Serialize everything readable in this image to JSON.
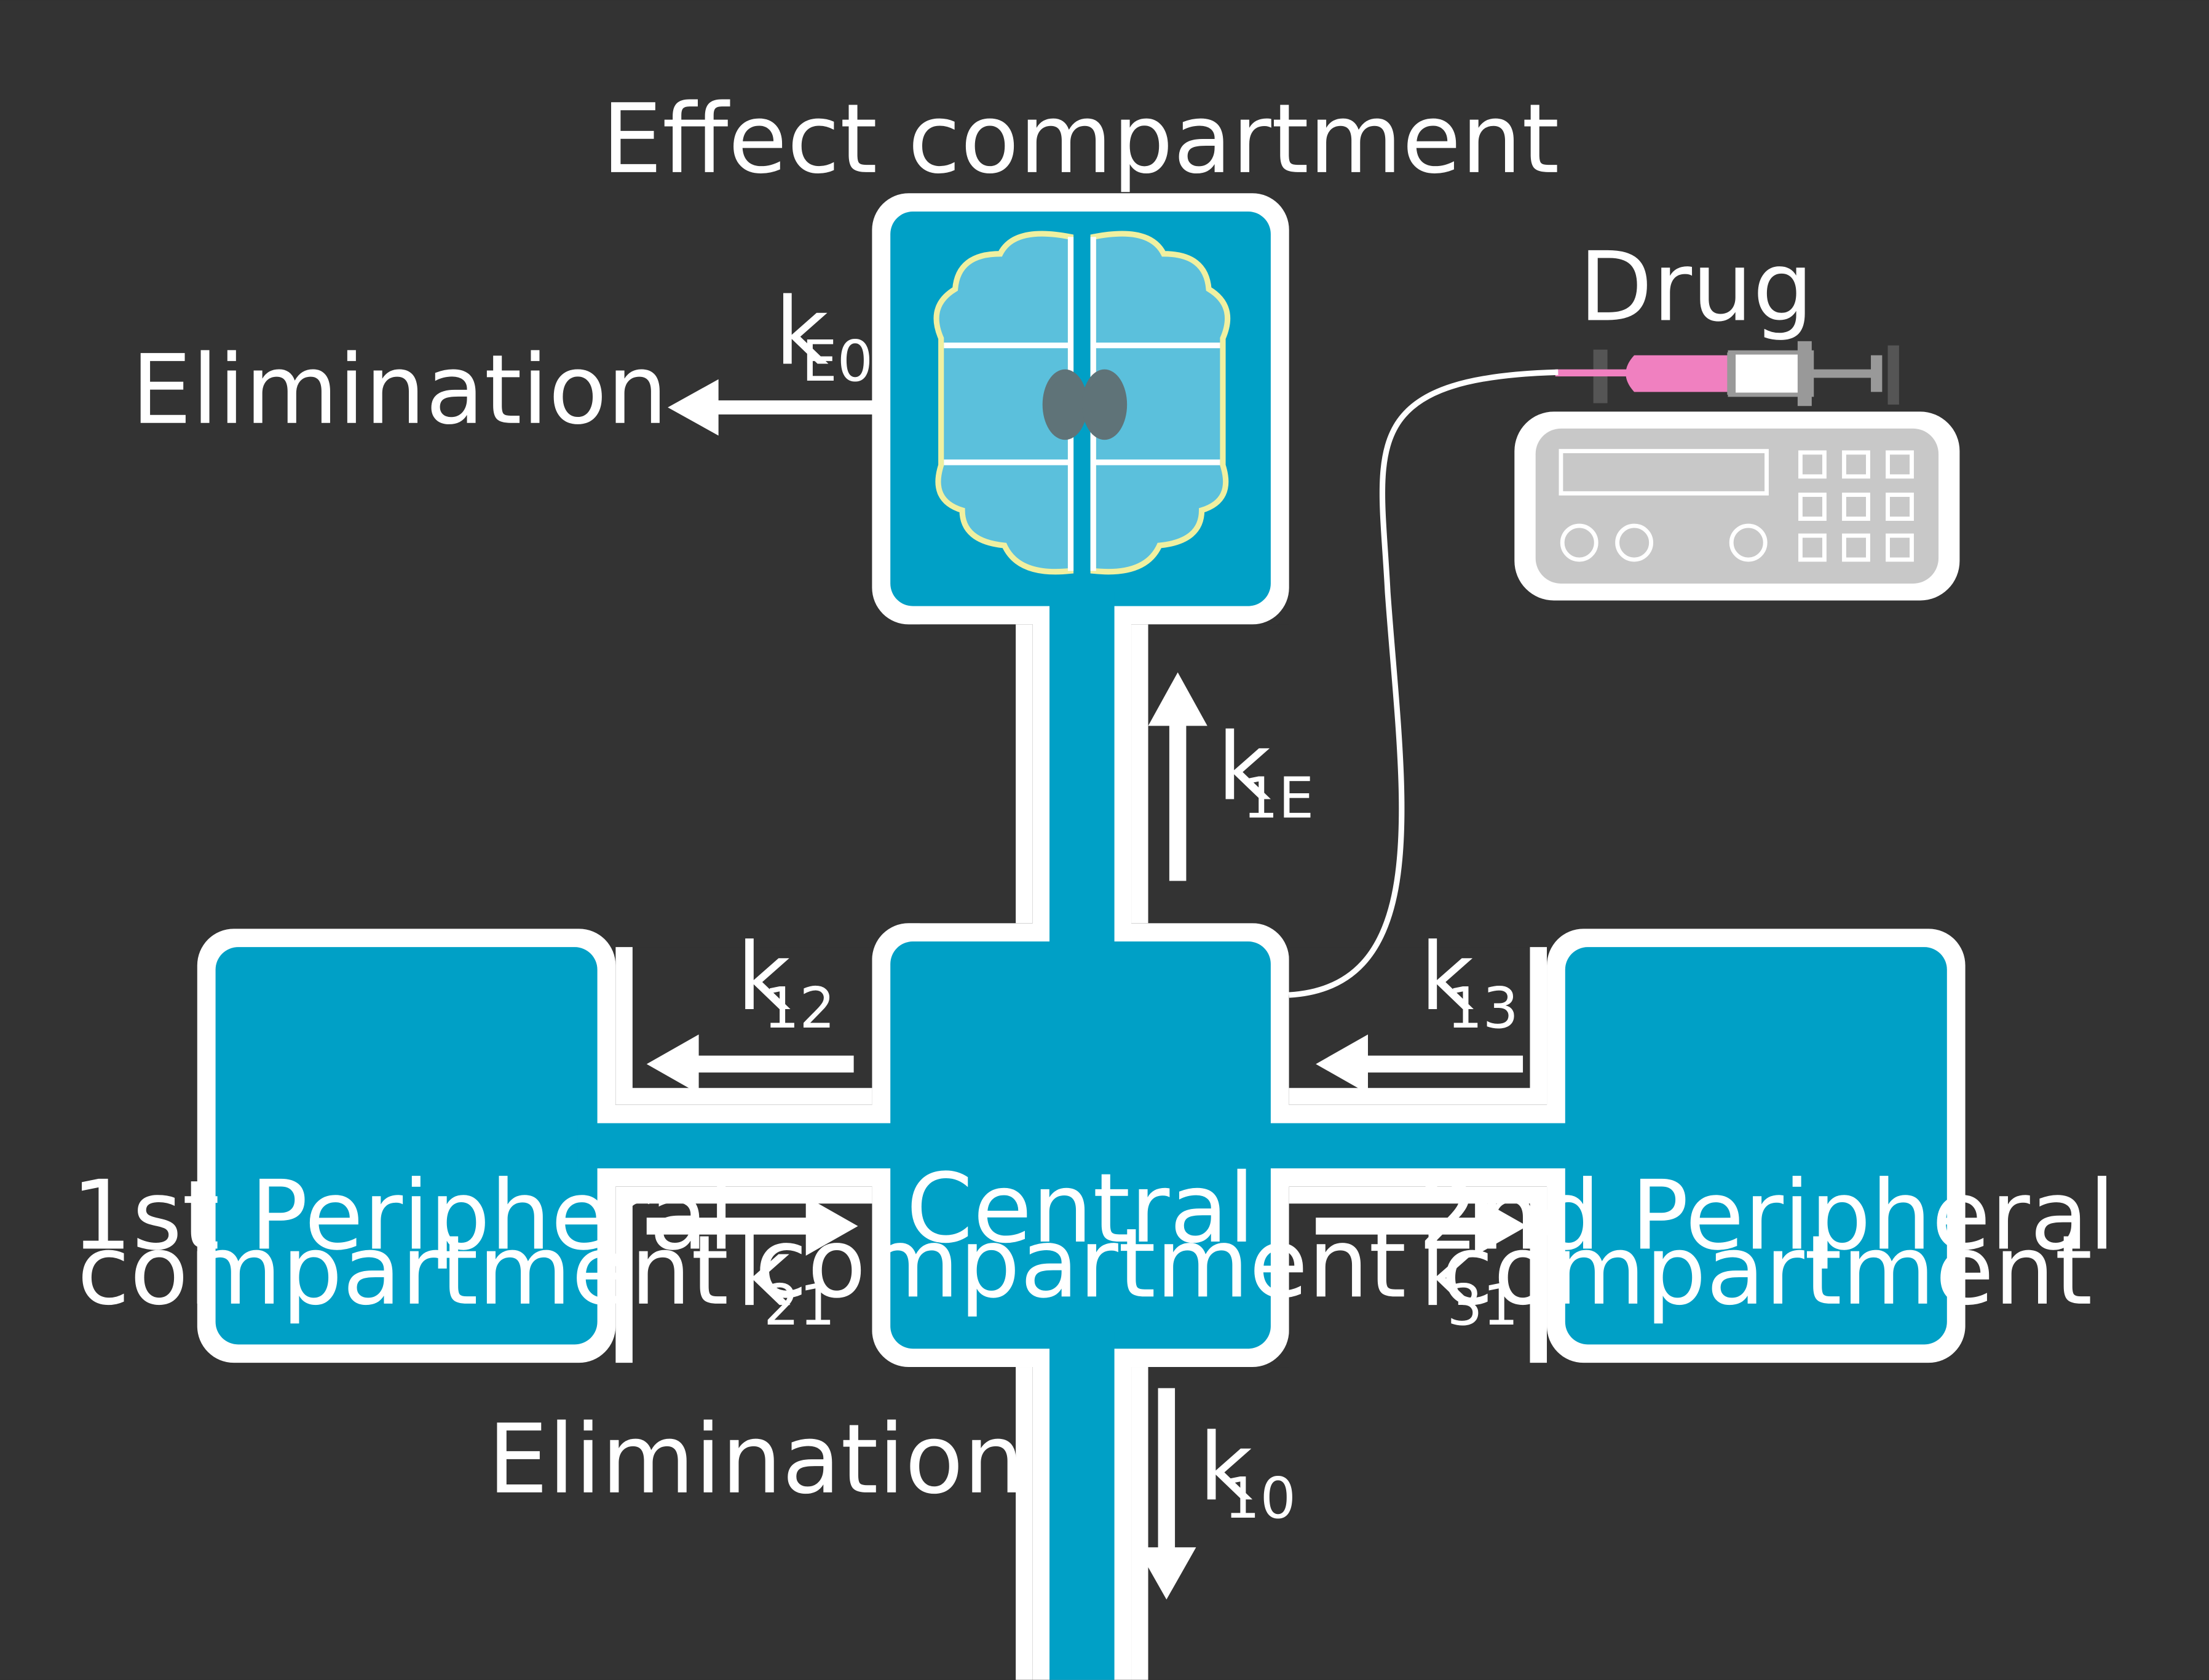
{
  "labels": {
    "effect": "Effect compartment",
    "drug": "Drug",
    "elimination_top": "Elimination",
    "elimination_bottom": "Elimination",
    "central_line1": "Central",
    "central_line2": "compartment",
    "p1_line1": "1st Peripheral",
    "p1_line2": "compartment",
    "p2_line1": "2nd Peripheral",
    "p2_line2": "compartment"
  },
  "rates": {
    "kE0": {
      "k": "k",
      "sub": "E0"
    },
    "k1E": {
      "k": "k",
      "sub": "1E"
    },
    "k12": {
      "k": "k",
      "sub": "12"
    },
    "k13": {
      "k": "k",
      "sub": "13"
    },
    "k21": {
      "k": "k",
      "sub": "21"
    },
    "k31": {
      "k": "k",
      "sub": "31"
    },
    "k10": {
      "k": "k",
      "sub": "10"
    }
  },
  "colors": {
    "background": "#333333",
    "compartment": "#00a0c6",
    "outline": "#ffffff",
    "brain": "#5bc0dc",
    "brain_outline": "#f0f0a0",
    "brain_core": "#5f7378",
    "pump": "#c8c8c8",
    "syringe": "#f080c0"
  },
  "icons": [
    "brain-icon",
    "syringe-icon",
    "infusion-pump-icon"
  ]
}
